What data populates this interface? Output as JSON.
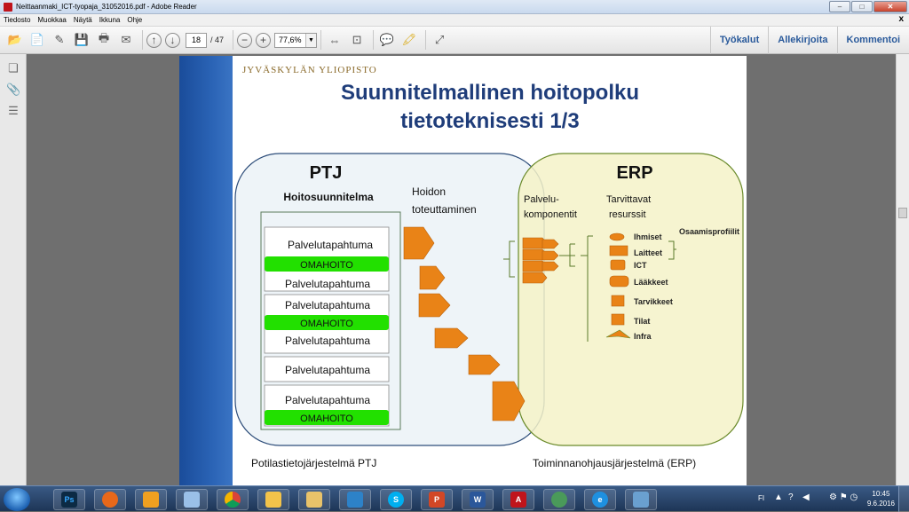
{
  "window": {
    "title": "Neittaanmaki_ICT-tyopaja_31052016.pdf - Adobe Reader",
    "min": "–",
    "max": "□",
    "close": "✕"
  },
  "menu": {
    "items": [
      "Tiedosto",
      "Muokkaa",
      "Näytä",
      "Ikkuna",
      "Ohje"
    ],
    "close": "x"
  },
  "toolbar": {
    "page_current": "18",
    "page_total": "/ 47",
    "zoom": "77,6%",
    "zoom_dropdown": "▼",
    "tools_label": "Työkalut",
    "sign_label": "Allekirjoita",
    "comment_label": "Kommentoi"
  },
  "slide": {
    "university": "JYVÄSKYLÄN YLIOPISTO",
    "title_line1": "Suunnitelmallinen hoitopolku",
    "title_line2": "tietoteknisesti  1/3",
    "ptj_label": "PTJ",
    "erp_label": "ERP",
    "plan_title": "Hoitosuunnitelma",
    "hoidon_line1": "Hoidon",
    "hoidon_line2": "toteuttaminen",
    "palvelu_line1": "Palvelu-",
    "palvelu_line2": "komponentit",
    "tarvittavat_line1": "Tarvittavat",
    "tarvittavat_line2": "resurssit",
    "events": [
      "Palvelutapahtuma",
      "OMAHOITO",
      "Palvelutapahtuma",
      "Palvelutapahtuma",
      "OMAHOITO",
      "Palvelutapahtuma",
      "Palvelutapahtuma",
      "Palvelutapahtuma",
      "OMAHOITO"
    ],
    "resources": [
      "Ihmiset",
      "Laitteet",
      "ICT",
      "Lääkkeet",
      "Tarvikkeet",
      "Tilat",
      "Infra"
    ],
    "osaamis": "Osaamisprofiilit",
    "ptj_full": "Potilastietojärjestelmä PTJ",
    "erp_full": "Toiminnanohjausjärjestelmä (ERP)"
  },
  "taskbar": {
    "apps": [
      "Ps",
      "Firefox",
      "Media",
      "Paint",
      "Chrome",
      "Outlook",
      "Explorer",
      "Lync",
      "Skype",
      "PowerPoint",
      "Word",
      "Adobe Reader",
      "Network",
      "Internet Explorer",
      "Photos"
    ],
    "lang": "FI",
    "time": "10:45",
    "date": "9.6.2016"
  },
  "colors": {
    "accent_blue": "#1f3d7a",
    "orange": "#e98317",
    "green": "#22e000",
    "ptj_fill": "#eef4f8",
    "erp_fill": "#f4f2c8"
  }
}
